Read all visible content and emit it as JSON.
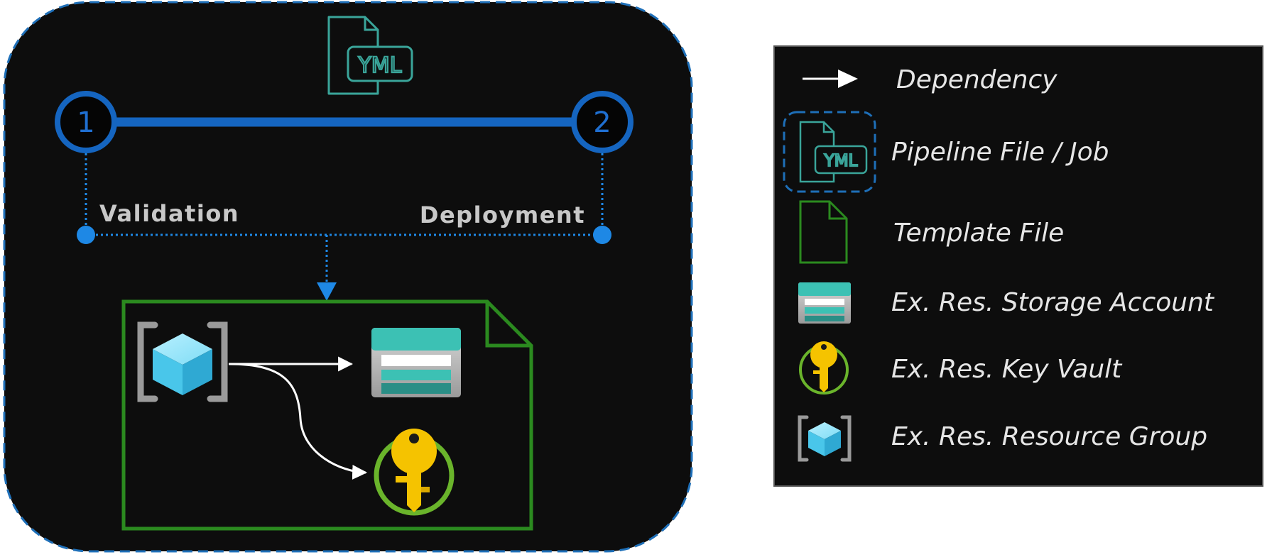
{
  "pipeline": {
    "file_badge": "YML",
    "stages": [
      {
        "number": "1",
        "label": "Validation"
      },
      {
        "number": "2",
        "label": "Deployment"
      }
    ],
    "resources": [
      "resource-group",
      "storage-account",
      "key-vault"
    ]
  },
  "legend": {
    "items": [
      {
        "icon": "arrow-icon",
        "label": "Dependency"
      },
      {
        "icon": "yml-pipeline-icon",
        "label": "Pipeline File / Job",
        "badge": "YML"
      },
      {
        "icon": "template-file-icon",
        "label": "Template File"
      },
      {
        "icon": "storage-account-icon",
        "label": "Ex. Res. Storage Account"
      },
      {
        "icon": "key-vault-icon",
        "label": "Ex. Res. Key Vault"
      },
      {
        "icon": "resource-group-icon",
        "label": "Ex. Res. Resource Group"
      }
    ]
  },
  "colors": {
    "panel_bg": "#0d0d0d",
    "stage_blue": "#1565c0",
    "pipeline_border": "#1e6fb8",
    "template_green": "#2b8a1f",
    "yml_teal": "#3aa59a",
    "storage_teal": "#3cc1b4",
    "key_gold": "#f5c300",
    "cube_cyan": "#63d4f2"
  }
}
